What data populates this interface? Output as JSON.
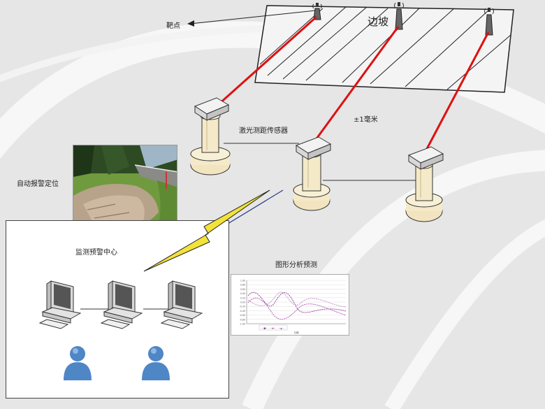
{
  "labels": {
    "target_point": "靶点",
    "slope": "边坡",
    "sensor": "激光测距传感器",
    "accuracy": "±1毫米",
    "auto_alarm": "自动报警定位",
    "monitor_center": "监测预警中心",
    "graph_analysis": "图形分析预测"
  },
  "mini_chart": {
    "y_ticks": [
      "1.00",
      "0.80",
      "0.60",
      "0.40",
      "0.20",
      "0.00",
      "-0.20",
      "-0.40",
      "-0.60",
      "-0.80",
      "-1.00"
    ],
    "x_label": "日期",
    "legend": [
      "—■—",
      "—◆—",
      "—▲—"
    ]
  },
  "colors": {
    "laser": "#dd1111",
    "pillar": "#f4e9c8",
    "signal": "#f2e23a",
    "person": "#4f86c6"
  }
}
